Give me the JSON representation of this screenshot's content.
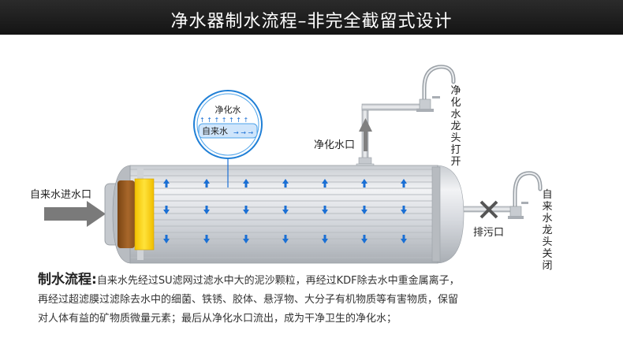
{
  "title": "净水器制水流程–非完全截留式设计",
  "labels": {
    "inlet": "自来水进水口",
    "purified_outlet": "净化水口",
    "drain": "排污口",
    "faucet_open": "净化水龙头打开",
    "faucet_closed": "自来水龙头关闭",
    "zoom_top": "净化水",
    "zoom_bottom": "自来水"
  },
  "description": {
    "heading": "制水流程:",
    "line1": "自来水先经过SU滤网过滤水中大的泥沙颗粒，再经过KDF除去水中重金属离子，",
    "line2": "再经过超滤膜过滤除去水中的细菌、铁锈、胶体、悬浮物、大分子有机物质等有害物质，保留",
    "line3": "对人体有益的矿物质微量元素；最后从净化水口流出，成为干净卫生的净化水；"
  },
  "colors": {
    "banner": "#1c1c1c",
    "filter_cap": "#ffd200",
    "sediment": "#9a5a1c",
    "arrow_blue": "#1a6fd4",
    "inlet_arrow": "#7a7a7a"
  },
  "icons": {
    "faucet": "faucet-icon",
    "closed_valve": "x-icon"
  }
}
